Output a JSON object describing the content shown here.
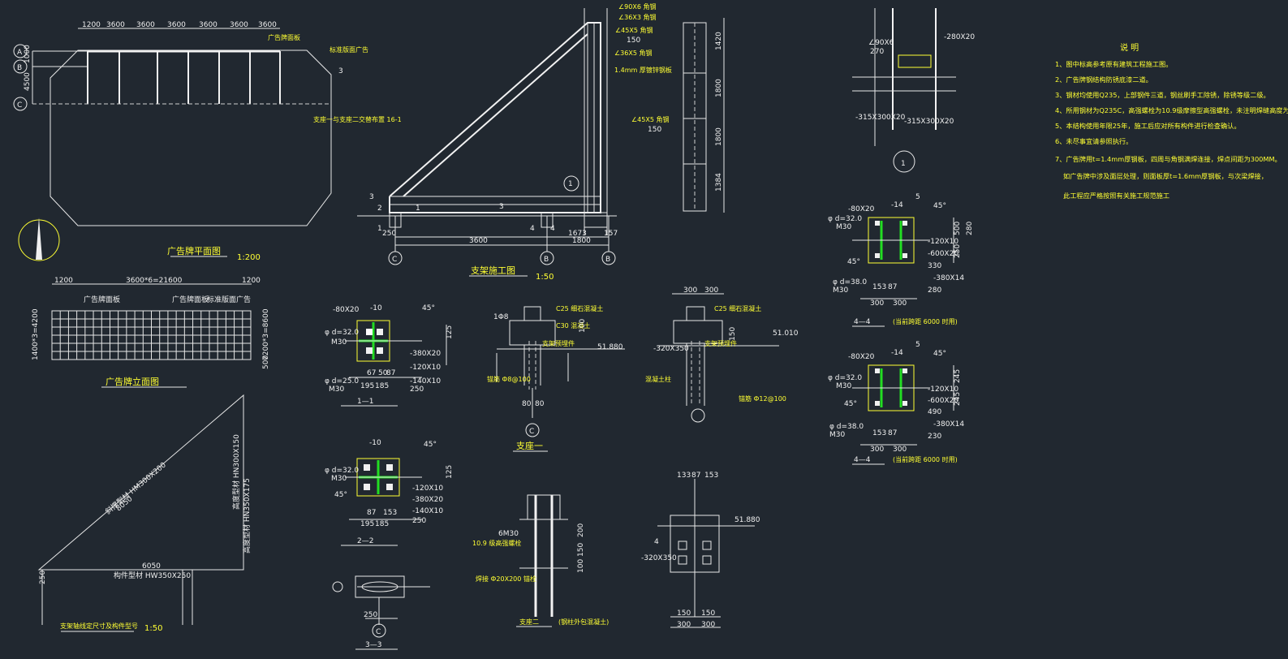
{
  "colors": {
    "background": "#212830",
    "line": "#e8e8e8",
    "annotation": "#ffff33",
    "weld": "#22dd22"
  },
  "plan": {
    "title": "广告牌平面图",
    "scale": "1:200",
    "axes": [
      "A",
      "B",
      "C"
    ],
    "dims": [
      "1200",
      "3600",
      "3600",
      "3600",
      "3600",
      "3600",
      "3600"
    ],
    "side_dims": [
      "1000",
      "4500"
    ],
    "labels": [
      "广告牌面板",
      "标准版面广告",
      "3",
      "支座一与支座二交替布置 16-1"
    ]
  },
  "elevation": {
    "title": "广告牌立面图",
    "top_dims": [
      "1200",
      "3600*6=21600",
      "1200"
    ],
    "side_dims": [
      "1400*3=4200",
      "7200*3=8600",
      "500"
    ],
    "labels": [
      "广告牌面板",
      "广告牌面板",
      "标准版面广告"
    ]
  },
  "triangle": {
    "title": "支架轴线定尺寸及构件型号",
    "scale": "1:50",
    "labels": [
      "斜撑型材 HM300X200",
      "8050",
      "6050",
      "高度型材 HN300X150",
      "高度型材 HN350X175",
      "构件型材 HW350X250",
      "250"
    ]
  },
  "support_section": {
    "title": "支架施工图",
    "scale": "1:50",
    "dims": [
      "3600",
      "1800",
      "250",
      "1673",
      "157"
    ],
    "right_dims": [
      "1420",
      "1800",
      "1800",
      "1384"
    ],
    "axes": [
      "C",
      "B",
      "B"
    ],
    "labels": [
      "∠90X6 角钢",
      "∠36X3 角钢",
      "∠45X5 角钢",
      "150",
      "∠36X5 角钢",
      "1.4mm 厚镀锌钢板",
      "∠45X5 角钢",
      "150",
      "3",
      "2",
      "1",
      "3",
      "4",
      "4",
      "1"
    ],
    "circle": "1"
  },
  "detail1": {
    "title": "1—1",
    "labels": [
      "-80X20",
      "-10",
      "45°",
      "φ d=32.0",
      "M30",
      "φ d=25.0",
      "M30",
      "-380X20",
      "-120X10",
      "-140X10",
      "250"
    ],
    "dims": [
      "67",
      "50",
      "87",
      "195",
      "185",
      "125"
    ]
  },
  "detail2": {
    "title": "2—2",
    "labels": [
      "-10",
      "45°",
      "φ d=32.0",
      "M30",
      "45°",
      "-120X10",
      "-380X20",
      "-140X10",
      "250"
    ],
    "dims": [
      "87",
      "153",
      "195",
      "185",
      "125"
    ]
  },
  "detail3": {
    "title": "3—3",
    "dims": [
      "250"
    ],
    "axis": "C"
  },
  "base1": {
    "title": "支座一",
    "labels": [
      "C25 细石混凝土",
      "C30 混凝土",
      "支架预埋件",
      "锚筋 Ф8@100",
      "51.880",
      "1Φ8",
      "100"
    ],
    "dims": [
      "80",
      "80"
    ],
    "axis": "C"
  },
  "base_mid": {
    "labels": [
      "C25 细石混凝土",
      "-320X350",
      "支架预埋件",
      "混凝土柱",
      "锚筋 Ф12@100",
      "51.010",
      "150"
    ],
    "dims": [
      "300",
      "300"
    ]
  },
  "base2": {
    "title": "支座二",
    "note": "(钢柱外包混凝土)",
    "labels": [
      "6M30",
      "10.9 级高强螺栓",
      "焊接 Ф20X200 锚栓",
      "200",
      "150",
      "100"
    ]
  },
  "base_right": {
    "labels": [
      "51.880",
      "-320X350",
      "4"
    ],
    "dims": [
      "133",
      "87",
      "153",
      "150",
      "150",
      "300",
      "300"
    ]
  },
  "top_detail": {
    "labels": [
      "∠90X6",
      "270",
      "-280X20",
      "-315X300X20",
      "-315X300X20"
    ],
    "circle": "1"
  },
  "detail4a": {
    "title": "4—4",
    "note": "(当前跨距 6000 时用)",
    "labels": [
      "-80X20",
      "-14",
      "5",
      "45°",
      "φ d=32.0",
      "M30",
      "-120X10",
      "45°",
      "φ d=38.0",
      "M30",
      "-600X20",
      "330",
      "-380X14",
      "280"
    ],
    "dims": [
      "500",
      "280",
      "250",
      "153",
      "87",
      "300",
      "300"
    ]
  },
  "detail4b": {
    "title": "4—4",
    "note": "(当前跨距 6000 时用)",
    "labels": [
      "-80X20",
      "-14",
      "5",
      "45°",
      "φ d=32.0",
      "M30",
      "-120X10",
      "45°",
      "φ d=38.0",
      "M30",
      "-600X20",
      "490",
      "-380X14",
      "230"
    ],
    "dims": [
      "245",
      "245",
      "153",
      "87",
      "300",
      "300"
    ]
  },
  "notes": {
    "title": "说 明",
    "items": [
      "1、图中标高参考原有建筑工程施工图。",
      "2、广告牌钢结构防锈底漆二道。",
      "3、钢材均使用Q235，上部钢件三道，钢丝刷手工除锈，除锈等级二级。",
      "4、所用钢材为Q235C，高强螺栓为10.9级摩擦型高强螺栓，未注明焊缝高度为6MM。",
      "5、本结构使用年限25年，施工后应对所有构件进行检查确认。",
      "6、未尽事宜请参照执行。",
      "7、广告牌用t=1.4mm厚钢板，四周与角钢满焊连接，焊点间距为300MM。",
      "如广告牌中涉及面层处理，则面板厚t=1.6mm厚钢板，与次梁焊接，",
      "此工程应严格按照有关施工规范施工"
    ]
  }
}
